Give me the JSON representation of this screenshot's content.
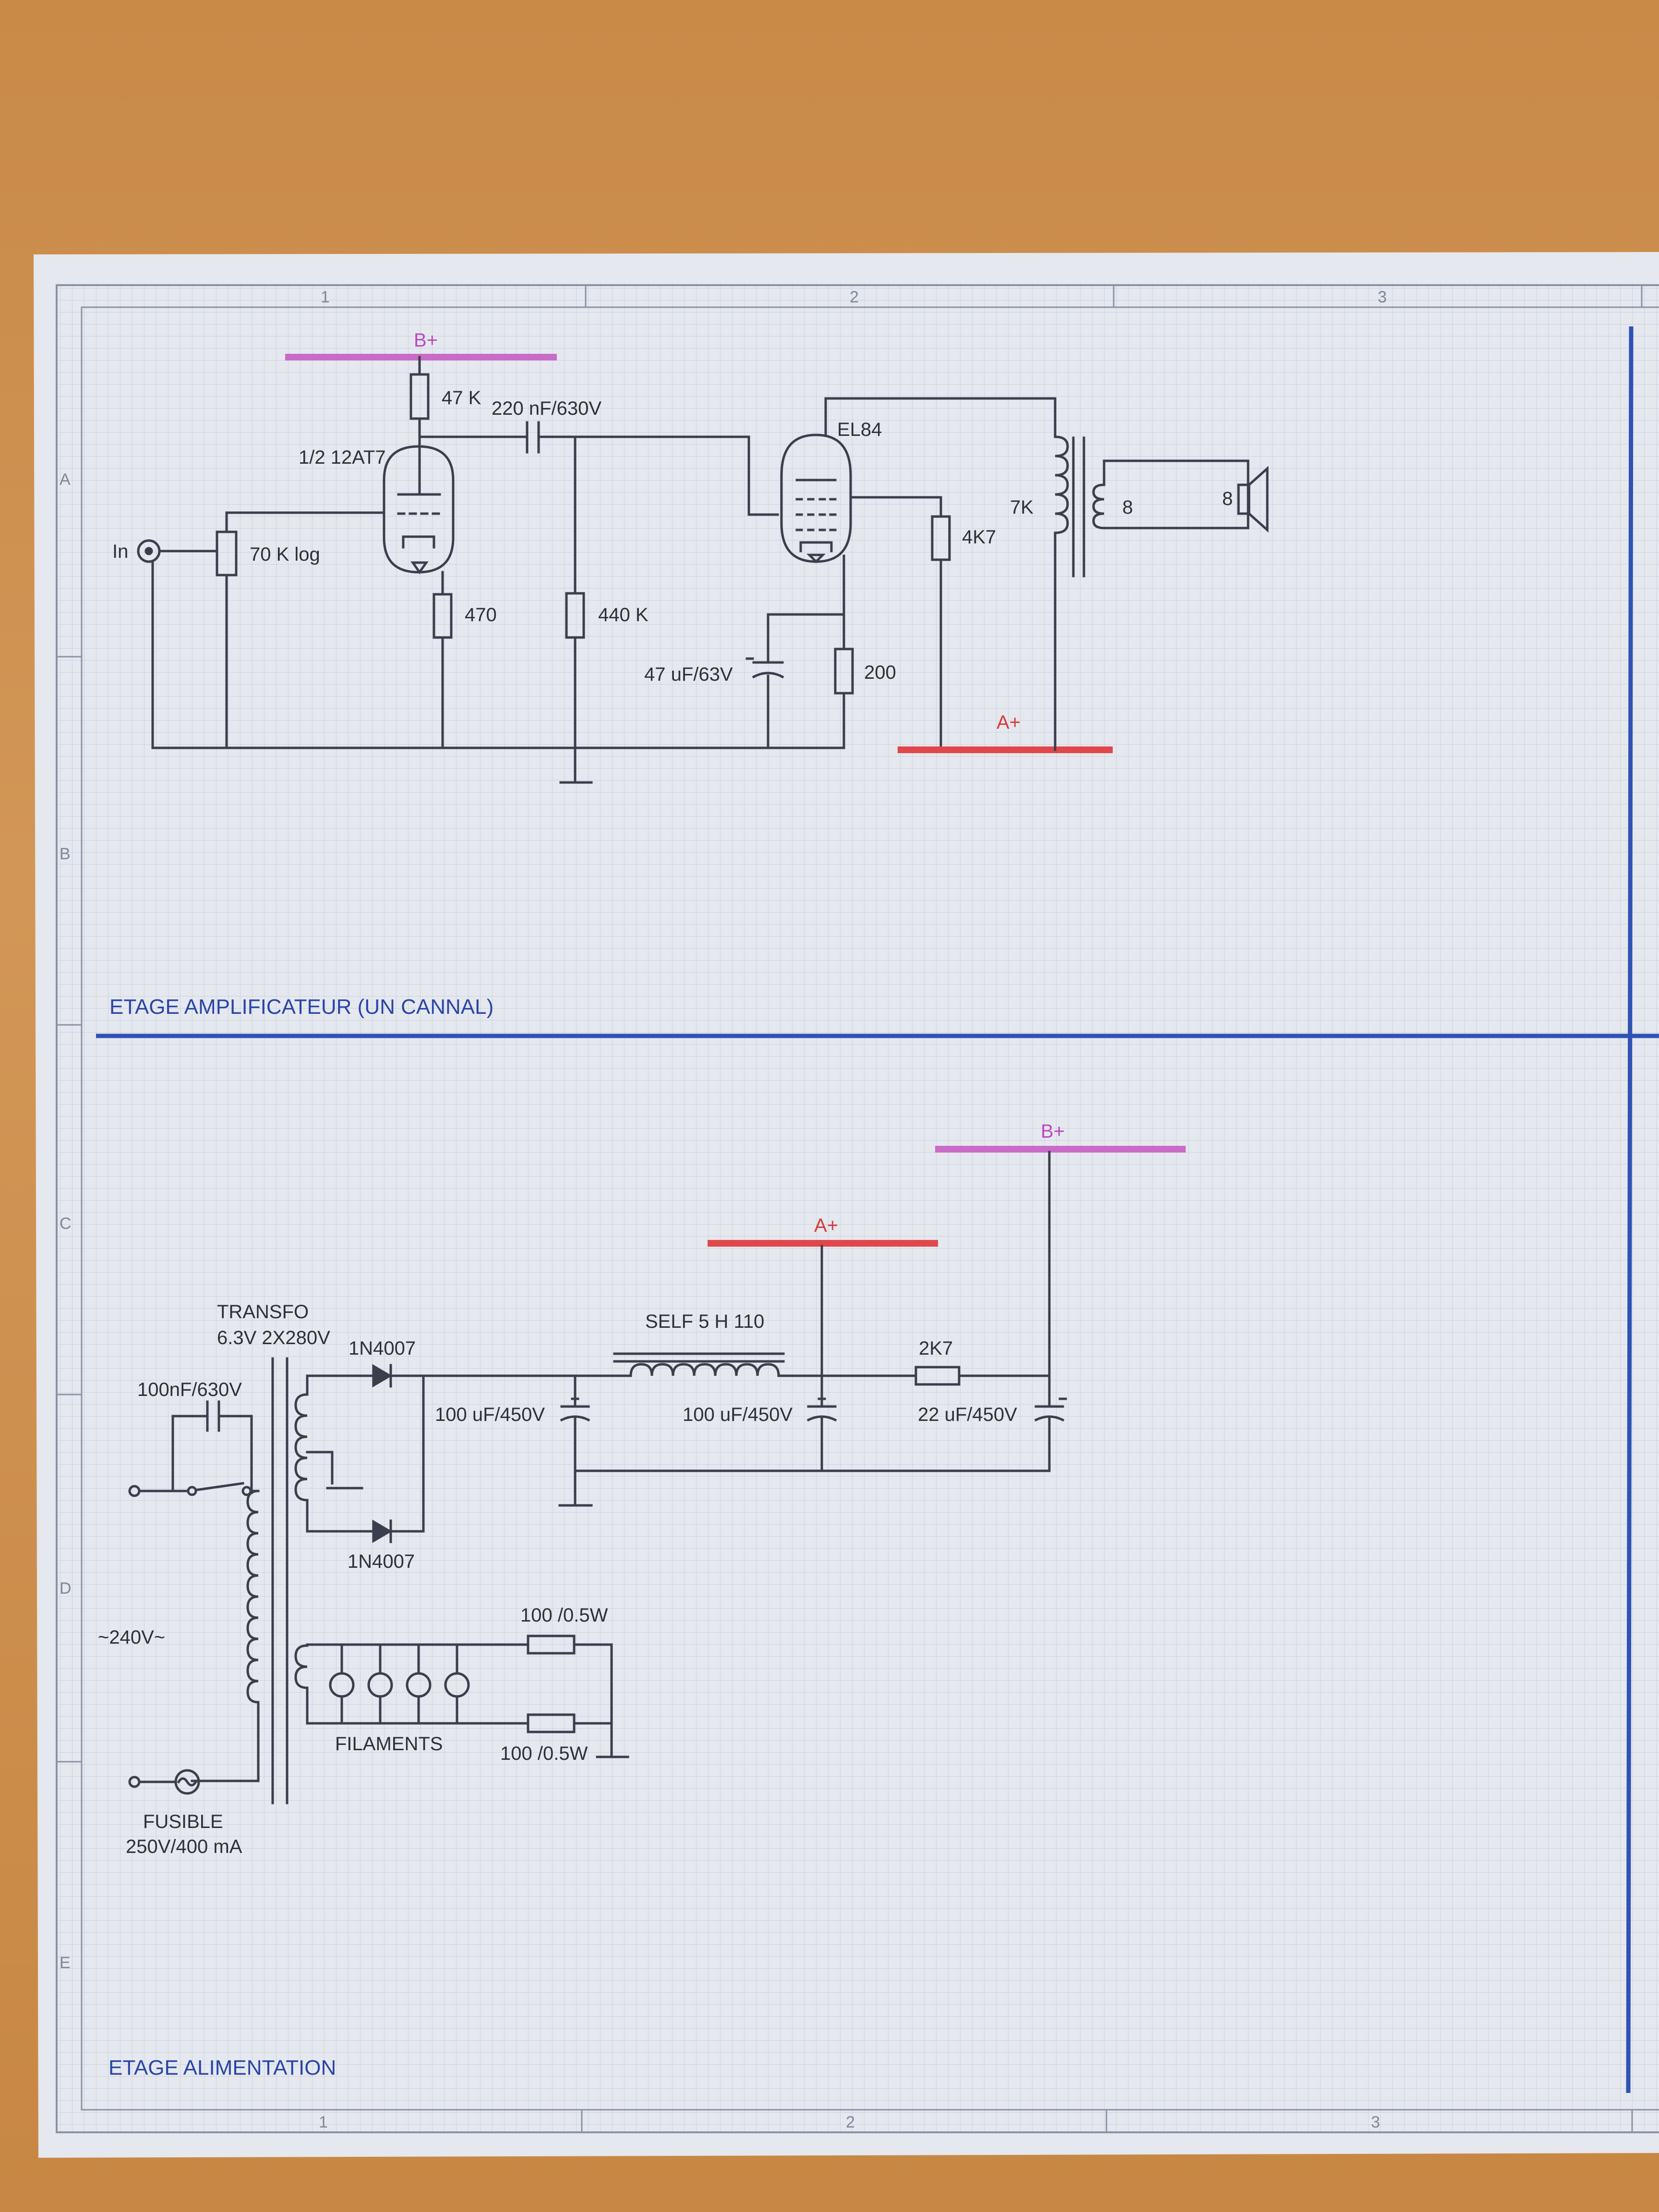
{
  "sections": {
    "amplifier_title": "ETAGE AMPLIFICATEUR  (UN CANNAL)",
    "power_title": "ETAGE ALIMENTATION"
  },
  "border": {
    "columns": [
      "1",
      "2",
      "3"
    ],
    "rows": [
      "A",
      "B",
      "C",
      "D",
      "E"
    ]
  },
  "rails": {
    "b_plus": "B+",
    "a_plus": "A+"
  },
  "amplifier": {
    "input_label": "In",
    "pot_label": "70 K log",
    "tube1_label": "1/2 12AT7",
    "r_plate_label": "47 K",
    "coupling_cap_label": "220 nF/630V",
    "r_cathode1_label": "470",
    "r_grid_label": "440 K",
    "tube2_label": "EL84",
    "r_screen_label": "4K7",
    "cap_cathode_label": "47 uF/63V",
    "r_cathode2_label": "200",
    "ot_primary_label": "7K",
    "ot_secondary_label": "8",
    "speaker_label": "8"
  },
  "power": {
    "transfo_label": "TRANSFO",
    "transfo_spec": "6.3V 2X280V",
    "diode_top_label": "1N4007",
    "diode_bottom_label": "1N4007",
    "switch_cap_label": "100nF/630V",
    "mains_label": "~240V~",
    "fuse_label": "FUSIBLE",
    "fuse_spec": "250V/400 mA",
    "choke_label": "SELF 5 H 110",
    "cap1_label": "100 uF/450V",
    "cap2_label": "100 uF/450V",
    "r_drop_label": "2K7",
    "cap3_label": "22 uF/450V",
    "filament_res_top": "100 /0.5W",
    "filament_res_bottom": "100 /0.5W",
    "filaments_label": "FILAMENTS"
  },
  "colors": {
    "b_plus": "#c86cc8",
    "a_plus": "#e0474a",
    "frame_blue": "#2f52b4",
    "ink": "#3b3e4c"
  }
}
